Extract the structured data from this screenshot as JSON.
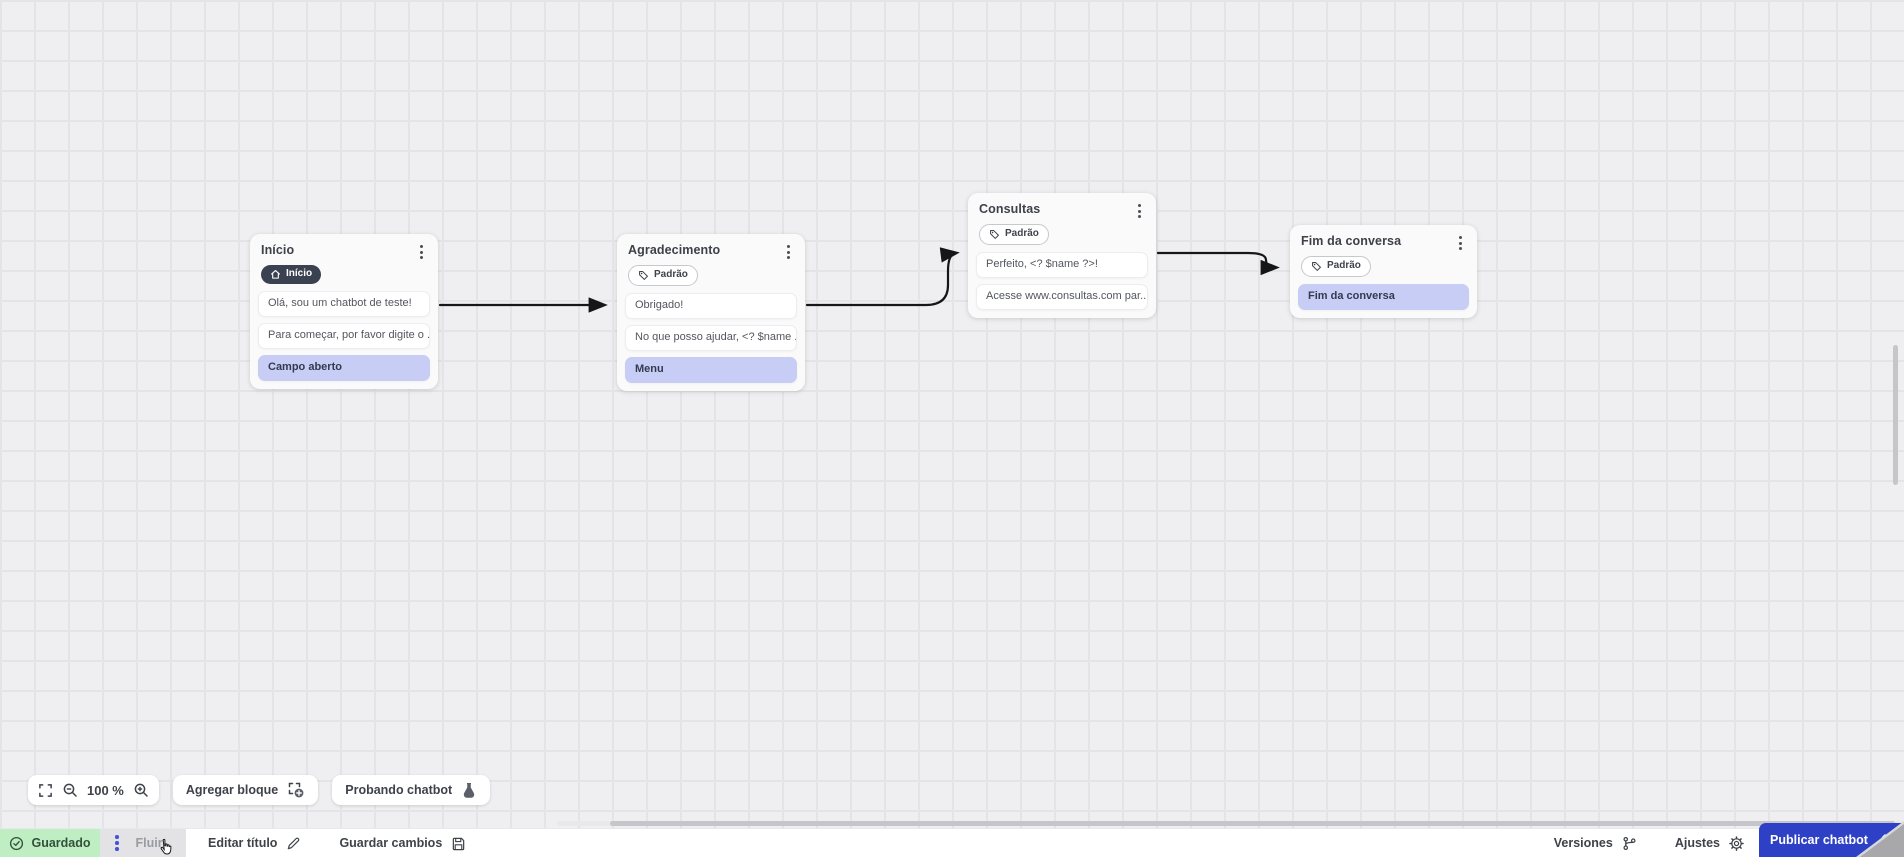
{
  "canvas": {
    "zoom_level": "100 %",
    "nodes": [
      {
        "title": "Início",
        "badge": "Início",
        "items": [
          {
            "text": "Olá, sou um chatbot de teste!",
            "type": "message"
          },
          {
            "text": "Para começar, por favor digite o ...",
            "type": "message"
          },
          {
            "text": "Campo aberto",
            "type": "action"
          }
        ]
      },
      {
        "title": "Agradecimento",
        "badge": "Padrão",
        "items": [
          {
            "text": "Obrigado!",
            "type": "message"
          },
          {
            "text": "No que posso ajudar, <? $name ...",
            "type": "message"
          },
          {
            "text": "Menu",
            "type": "action"
          }
        ]
      },
      {
        "title": "Consultas",
        "badge": "Padrão",
        "items": [
          {
            "text": "Perfeito, <? $name ?>!",
            "type": "message"
          },
          {
            "text": "Acesse www.consultas.com par...",
            "type": "message"
          }
        ]
      },
      {
        "title": "Fim da conversa",
        "badge": "Padrão",
        "items": [
          {
            "text": "Fim da conversa",
            "type": "action"
          }
        ]
      }
    ]
  },
  "toolbar": {
    "zoom_level": "100 %",
    "add_block": "Agregar bloque",
    "test_chatbot": "Probando chatbot"
  },
  "statusbar": {
    "saved": "Guardado",
    "flow_tab": "Fluir",
    "edit_title": "Editar título",
    "save_changes": "Guardar cambios",
    "versions": "Versiones",
    "settings": "Ajustes",
    "publish": "Publicar chatbot"
  },
  "colors": {
    "accent_blue": "#2e41c6",
    "saved_green_bg": "#bfeec2",
    "action_lavender": "#c7cdf4",
    "badge_dark": "#3a4150",
    "canvas_bg": "#efeff1"
  }
}
